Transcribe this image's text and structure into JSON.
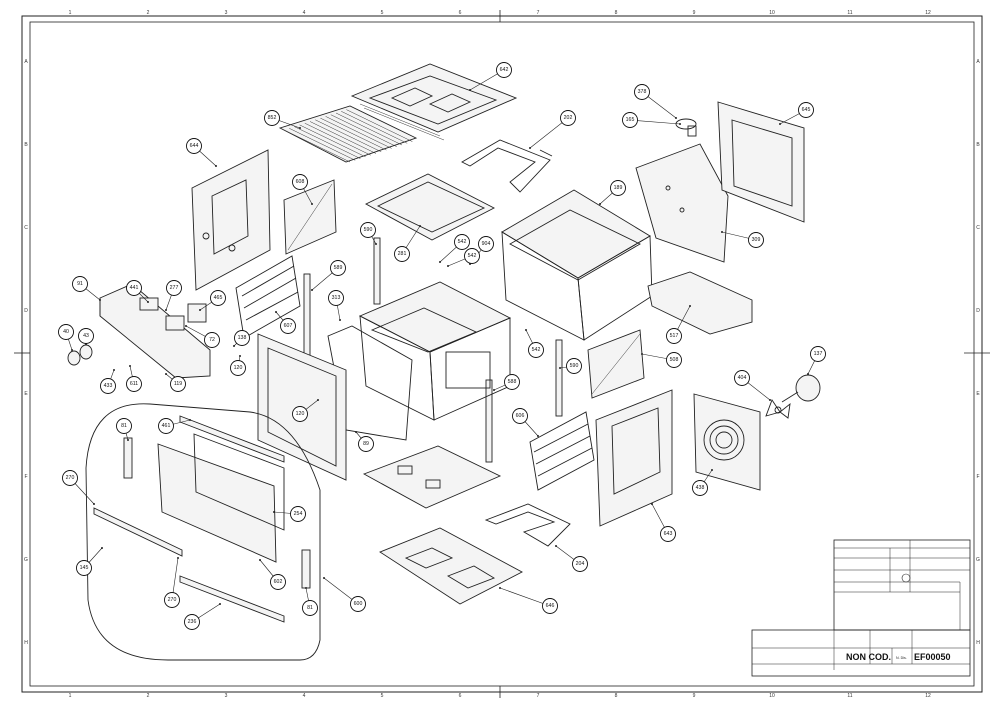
{
  "border": {
    "columns": [
      "1",
      "2",
      "3",
      "4",
      "5",
      "6",
      "7",
      "8",
      "9",
      "10",
      "11",
      "12"
    ],
    "rows": [
      "A",
      "B",
      "C",
      "D",
      "E",
      "F",
      "G",
      "H"
    ]
  },
  "parts": [
    {
      "id": "642-top",
      "label": "642"
    },
    {
      "id": "852",
      "label": "852"
    },
    {
      "id": "202",
      "label": "202"
    },
    {
      "id": "378",
      "label": "378"
    },
    {
      "id": "165",
      "label": "165"
    },
    {
      "id": "645",
      "label": "645"
    },
    {
      "id": "644",
      "label": "644"
    },
    {
      "id": "608",
      "label": "608"
    },
    {
      "id": "281",
      "label": "281"
    },
    {
      "id": "189",
      "label": "189"
    },
    {
      "id": "309",
      "label": "309"
    },
    {
      "id": "590a",
      "label": "590"
    },
    {
      "id": "542a",
      "label": "542"
    },
    {
      "id": "542b",
      "label": "542"
    },
    {
      "id": "904",
      "label": "904"
    },
    {
      "id": "589",
      "label": "589"
    },
    {
      "id": "91",
      "label": "91"
    },
    {
      "id": "441",
      "label": "441"
    },
    {
      "id": "277",
      "label": "277"
    },
    {
      "id": "465",
      "label": "465"
    },
    {
      "id": "313",
      "label": "313"
    },
    {
      "id": "607",
      "label": "607"
    },
    {
      "id": "517",
      "label": "517"
    },
    {
      "id": "40",
      "label": "40"
    },
    {
      "id": "43",
      "label": "43"
    },
    {
      "id": "72",
      "label": "72"
    },
    {
      "id": "138",
      "label": "138"
    },
    {
      "id": "120a",
      "label": "120"
    },
    {
      "id": "542c",
      "label": "542"
    },
    {
      "id": "508",
      "label": "508"
    },
    {
      "id": "137",
      "label": "137"
    },
    {
      "id": "433",
      "label": "433"
    },
    {
      "id": "611",
      "label": "611"
    },
    {
      "id": "119",
      "label": "119"
    },
    {
      "id": "590b",
      "label": "590"
    },
    {
      "id": "404",
      "label": "404"
    },
    {
      "id": "588",
      "label": "588"
    },
    {
      "id": "120b",
      "label": "120"
    },
    {
      "id": "81a",
      "label": "81"
    },
    {
      "id": "461",
      "label": "461"
    },
    {
      "id": "89",
      "label": "89"
    },
    {
      "id": "606",
      "label": "606"
    },
    {
      "id": "643",
      "label": "643"
    },
    {
      "id": "438",
      "label": "438"
    },
    {
      "id": "270a",
      "label": "270"
    },
    {
      "id": "254",
      "label": "254"
    },
    {
      "id": "204",
      "label": "204"
    },
    {
      "id": "145",
      "label": "145"
    },
    {
      "id": "602",
      "label": "602"
    },
    {
      "id": "270b",
      "label": "270"
    },
    {
      "id": "81b",
      "label": "81"
    },
    {
      "id": "600",
      "label": "600"
    },
    {
      "id": "646",
      "label": "646"
    },
    {
      "id": "236",
      "label": "236"
    }
  ],
  "title_block": {
    "code_label": "NON COD.",
    "drawing_number": "EF00050",
    "number_label": "N. Dis."
  }
}
